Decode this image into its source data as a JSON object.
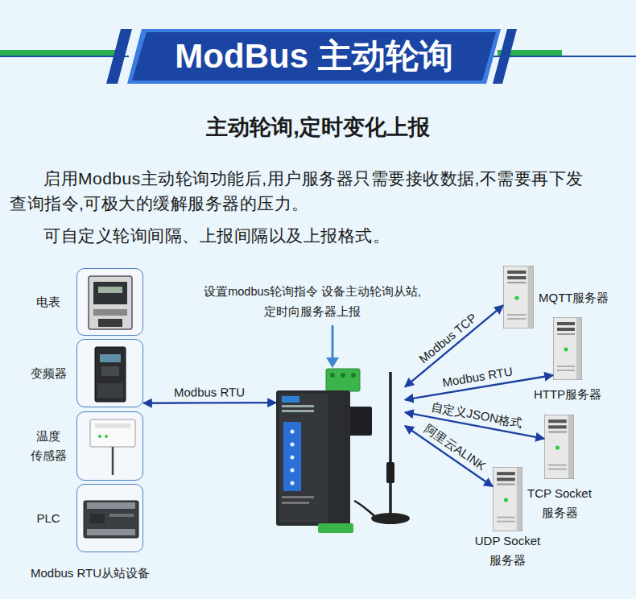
{
  "diagram": {
    "title": "ModBus 主动轮询",
    "nodes": [
      {
        "text": [
          "电表"
        ]
      },
      {
        "text": [
          "变频器"
        ]
      },
      {
        "text": [
          "温度 传感器"
        ]
      },
      {
        "text": [
          "PLC"
        ]
      },
      {
        "text": [
          "设置modbus轮询指令 设备主动轮询从站,定时向服务器上报"
        ]
      },
      {
        "text": [
          "MQTT服务器"
        ]
      },
      {
        "text": [
          "HTTP服务器"
        ]
      },
      {
        "text": [
          "TCP Socket 服务器"
        ]
      },
      {
        "text": [
          "UDP Socket 服务器"
        ]
      }
    ],
    "edges": [
      {
        "from": 1,
        "to": 4,
        "arrow": "both",
        "label": "Modbus RTU"
      },
      {
        "from": 4,
        "to": 5,
        "arrow": "both",
        "label": "Modbus TCP"
      },
      {
        "from": 4,
        "to": 6,
        "arrow": "both",
        "label": "Modbus RTU"
      },
      {
        "from": 4,
        "to": 7,
        "arrow": "both",
        "label": "自定义JSON格式"
      },
      {
        "from": 4,
        "to": 8,
        "arrow": "both",
        "label": "阿里云ALINK"
      }
    ],
    "labels": [
      "主动轮询,定时变化上报",
      "启用Modbus主动轮询功能后,用户服务器只需要接收数据,不需要再下发查询指令,可极大的缓解服务器的压力。",
      "可自定义轮询间隔、上报间隔以及上报格式。",
      "Modbus RTU从站设备"
    ]
  }
}
